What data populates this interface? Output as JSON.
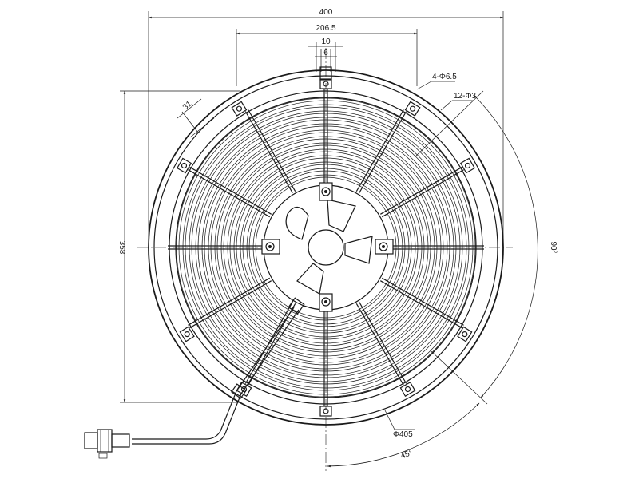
{
  "dimensions": {
    "overall_width": "400",
    "mount_span": "206.5",
    "slot_outer": "10",
    "slot_inner": "6",
    "mount_holes": "4-Φ6.5",
    "small_holes": "12-Φ3",
    "tab_width": "31",
    "overall_height": "358",
    "angle_large": "90°",
    "shroud_diameter": "Φ405",
    "angle_small": "45°"
  },
  "colors": {
    "line": "#1a1a1a",
    "background": "#ffffff"
  },
  "grille": {
    "rings": 13,
    "spokes": 12
  },
  "icons": {
    "connector": "connector-plug-icon"
  }
}
